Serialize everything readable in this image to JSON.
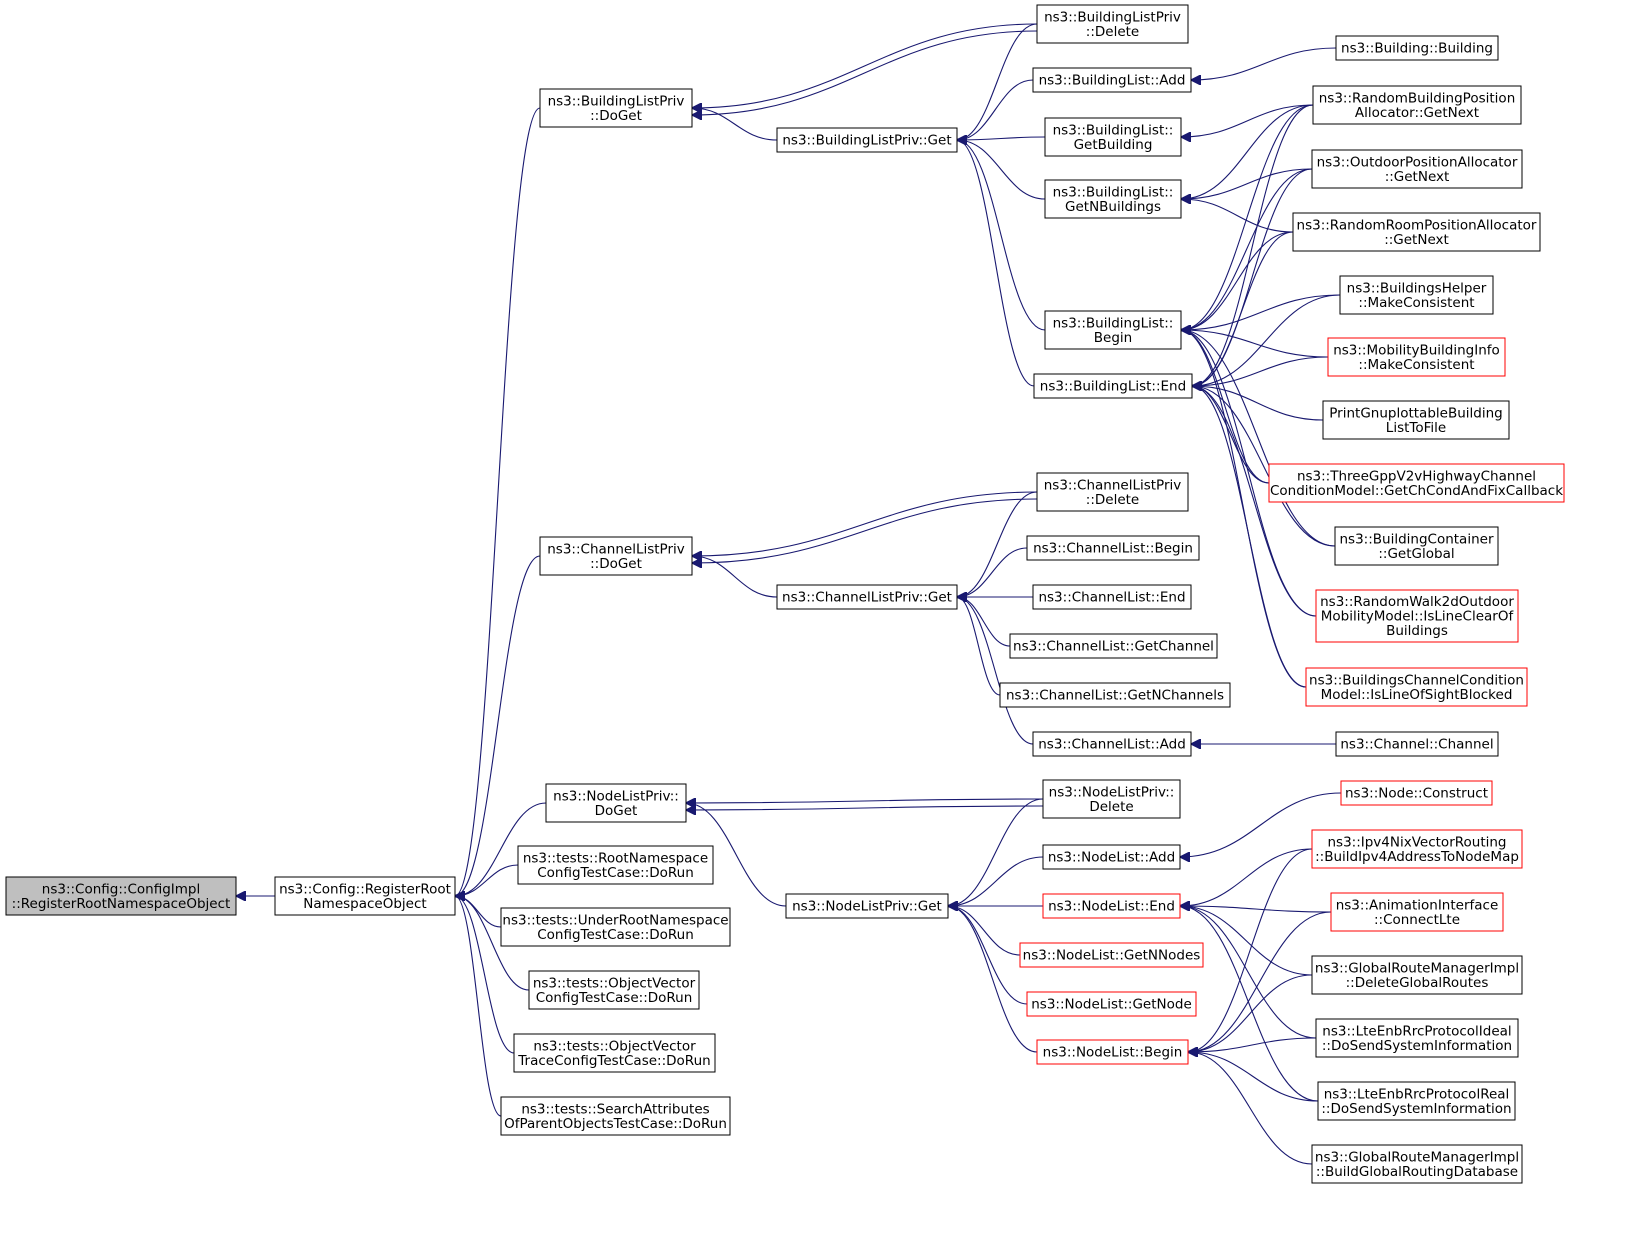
{
  "colors": {
    "edge": "#191970",
    "node_border": "#000000",
    "truncated_border": "#ff0000",
    "root_fill": "#bfbfbf",
    "background": "#ffffff"
  },
  "nodes": [
    {
      "id": "n0",
      "lines": [
        "ns3::Config::ConfigImpl",
        "::RegisterRootNamespaceObject"
      ],
      "root": true
    },
    {
      "id": "n1",
      "lines": [
        "ns3::Config::RegisterRoot",
        "NamespaceObject"
      ]
    },
    {
      "id": "n2",
      "lines": [
        "ns3::BuildingListPriv",
        "::DoGet"
      ]
    },
    {
      "id": "n3",
      "lines": [
        "ns3::ChannelListPriv",
        "::DoGet"
      ]
    },
    {
      "id": "n4",
      "lines": [
        "ns3::NodeListPriv::",
        "DoGet"
      ]
    },
    {
      "id": "n5",
      "lines": [
        "ns3::tests::RootNamespace",
        "ConfigTestCase::DoRun"
      ]
    },
    {
      "id": "n6",
      "lines": [
        "ns3::tests::UnderRootNamespace",
        "ConfigTestCase::DoRun"
      ]
    },
    {
      "id": "n7",
      "lines": [
        "ns3::tests::ObjectVector",
        "ConfigTestCase::DoRun"
      ]
    },
    {
      "id": "n8",
      "lines": [
        "ns3::tests::ObjectVector",
        "TraceConfigTestCase::DoRun"
      ]
    },
    {
      "id": "n9",
      "lines": [
        "ns3::tests::SearchAttributes",
        "OfParentObjectsTestCase::DoRun"
      ]
    },
    {
      "id": "n10",
      "lines": [
        "ns3::BuildingListPriv::Get"
      ]
    },
    {
      "id": "n11",
      "lines": [
        "ns3::ChannelListPriv::Get"
      ]
    },
    {
      "id": "n12",
      "lines": [
        "ns3::NodeListPriv::Get"
      ]
    },
    {
      "id": "n13",
      "lines": [
        "ns3::BuildingListPriv",
        "::Delete"
      ]
    },
    {
      "id": "n14",
      "lines": [
        "ns3::BuildingList::Add"
      ]
    },
    {
      "id": "n15",
      "lines": [
        "ns3::BuildingList::",
        "GetBuilding"
      ]
    },
    {
      "id": "n16",
      "lines": [
        "ns3::BuildingList::",
        "GetNBuildings"
      ]
    },
    {
      "id": "n17",
      "lines": [
        "ns3::BuildingList::",
        "Begin"
      ]
    },
    {
      "id": "n18",
      "lines": [
        "ns3::BuildingList::End"
      ]
    },
    {
      "id": "n19",
      "lines": [
        "ns3::ChannelListPriv",
        "::Delete"
      ]
    },
    {
      "id": "n20",
      "lines": [
        "ns3::ChannelList::Begin"
      ]
    },
    {
      "id": "n21",
      "lines": [
        "ns3::ChannelList::End"
      ]
    },
    {
      "id": "n22",
      "lines": [
        "ns3::ChannelList::GetChannel"
      ]
    },
    {
      "id": "n23",
      "lines": [
        "ns3::ChannelList::GetNChannels"
      ]
    },
    {
      "id": "n24",
      "lines": [
        "ns3::ChannelList::Add"
      ]
    },
    {
      "id": "n25",
      "lines": [
        "ns3::NodeListPriv::",
        "Delete"
      ]
    },
    {
      "id": "n26",
      "lines": [
        "ns3::NodeList::Add"
      ]
    },
    {
      "id": "n27",
      "lines": [
        "ns3::NodeList::End"
      ],
      "truncated": true
    },
    {
      "id": "n28",
      "lines": [
        "ns3::NodeList::GetNNodes"
      ],
      "truncated": true
    },
    {
      "id": "n29",
      "lines": [
        "ns3::NodeList::GetNode"
      ],
      "truncated": true
    },
    {
      "id": "n30",
      "lines": [
        "ns3::NodeList::Begin"
      ],
      "truncated": true
    },
    {
      "id": "n31",
      "lines": [
        "ns3::Building::Building"
      ]
    },
    {
      "id": "n32",
      "lines": [
        "ns3::RandomBuildingPosition",
        "Allocator::GetNext"
      ]
    },
    {
      "id": "n33",
      "lines": [
        "ns3::OutdoorPositionAllocator",
        "::GetNext"
      ]
    },
    {
      "id": "n34",
      "lines": [
        "ns3::RandomRoomPositionAllocator",
        "::GetNext"
      ]
    },
    {
      "id": "n35",
      "lines": [
        "ns3::BuildingsHelper",
        "::MakeConsistent"
      ]
    },
    {
      "id": "n36",
      "lines": [
        "ns3::MobilityBuildingInfo",
        "::MakeConsistent"
      ],
      "truncated": true
    },
    {
      "id": "n37",
      "lines": [
        "PrintGnuplottableBuilding",
        "ListToFile"
      ]
    },
    {
      "id": "n38",
      "lines": [
        "ns3::ThreeGppV2vHighwayChannel",
        "ConditionModel::GetChCondAndFixCallback"
      ],
      "truncated": true
    },
    {
      "id": "n39",
      "lines": [
        "ns3::BuildingContainer",
        "::GetGlobal"
      ]
    },
    {
      "id": "n40",
      "lines": [
        "ns3::RandomWalk2dOutdoor",
        "MobilityModel::IsLineClearOf",
        "Buildings"
      ],
      "truncated": true
    },
    {
      "id": "n41",
      "lines": [
        "ns3::BuildingsChannelCondition",
        "Model::IsLineOfSightBlocked"
      ],
      "truncated": true
    },
    {
      "id": "n42",
      "lines": [
        "ns3::Channel::Channel"
      ]
    },
    {
      "id": "n43",
      "lines": [
        "ns3::Node::Construct"
      ],
      "truncated": true
    },
    {
      "id": "n44",
      "lines": [
        "ns3::Ipv4NixVectorRouting",
        "::BuildIpv4AddressToNodeMap"
      ],
      "truncated": true
    },
    {
      "id": "n45",
      "lines": [
        "ns3::AnimationInterface",
        "::ConnectLte"
      ],
      "truncated": true
    },
    {
      "id": "n46",
      "lines": [
        "ns3::GlobalRouteManagerImpl",
        "::DeleteGlobalRoutes"
      ]
    },
    {
      "id": "n47",
      "lines": [
        "ns3::LteEnbRrcProtocolIdeal",
        "::DoSendSystemInformation"
      ]
    },
    {
      "id": "n48",
      "lines": [
        "ns3::LteEnbRrcProtocolReal",
        "::DoSendSystemInformation"
      ]
    },
    {
      "id": "n49",
      "lines": [
        "ns3::GlobalRouteManagerImpl",
        "::BuildGlobalRoutingDatabase"
      ]
    }
  ],
  "edges": [
    [
      "n0",
      "n1"
    ],
    [
      "n1",
      "n2"
    ],
    [
      "n1",
      "n3"
    ],
    [
      "n1",
      "n4"
    ],
    [
      "n1",
      "n5"
    ],
    [
      "n1",
      "n6"
    ],
    [
      "n1",
      "n7"
    ],
    [
      "n1",
      "n8"
    ],
    [
      "n1",
      "n9"
    ],
    [
      "n2",
      "n13"
    ],
    [
      "n2",
      "n10"
    ],
    [
      "n13",
      "n2"
    ],
    [
      "n10",
      "n13"
    ],
    [
      "n10",
      "n14"
    ],
    [
      "n10",
      "n15"
    ],
    [
      "n10",
      "n16"
    ],
    [
      "n10",
      "n17"
    ],
    [
      "n10",
      "n18"
    ],
    [
      "n14",
      "n31"
    ],
    [
      "n15",
      "n32"
    ],
    [
      "n16",
      "n32"
    ],
    [
      "n16",
      "n33"
    ],
    [
      "n16",
      "n34"
    ],
    [
      "n17",
      "n32"
    ],
    [
      "n17",
      "n33"
    ],
    [
      "n17",
      "n34"
    ],
    [
      "n17",
      "n35"
    ],
    [
      "n17",
      "n36"
    ],
    [
      "n17",
      "n38"
    ],
    [
      "n17",
      "n39"
    ],
    [
      "n17",
      "n40"
    ],
    [
      "n17",
      "n41"
    ],
    [
      "n18",
      "n32"
    ],
    [
      "n18",
      "n33"
    ],
    [
      "n18",
      "n34"
    ],
    [
      "n18",
      "n35"
    ],
    [
      "n18",
      "n36"
    ],
    [
      "n18",
      "n37"
    ],
    [
      "n18",
      "n38"
    ],
    [
      "n18",
      "n39"
    ],
    [
      "n18",
      "n40"
    ],
    [
      "n18",
      "n41"
    ],
    [
      "n3",
      "n19"
    ],
    [
      "n3",
      "n11"
    ],
    [
      "n19",
      "n3"
    ],
    [
      "n11",
      "n19"
    ],
    [
      "n11",
      "n20"
    ],
    [
      "n11",
      "n21"
    ],
    [
      "n11",
      "n22"
    ],
    [
      "n11",
      "n23"
    ],
    [
      "n11",
      "n24"
    ],
    [
      "n24",
      "n42"
    ],
    [
      "n4",
      "n25"
    ],
    [
      "n4",
      "n12"
    ],
    [
      "n25",
      "n4"
    ],
    [
      "n12",
      "n25"
    ],
    [
      "n12",
      "n26"
    ],
    [
      "n12",
      "n27"
    ],
    [
      "n12",
      "n28"
    ],
    [
      "n12",
      "n29"
    ],
    [
      "n12",
      "n30"
    ],
    [
      "n26",
      "n43"
    ],
    [
      "n27",
      "n44"
    ],
    [
      "n27",
      "n45"
    ],
    [
      "n27",
      "n46"
    ],
    [
      "n27",
      "n47"
    ],
    [
      "n27",
      "n48"
    ],
    [
      "n30",
      "n44"
    ],
    [
      "n30",
      "n45"
    ],
    [
      "n30",
      "n46"
    ],
    [
      "n30",
      "n47"
    ],
    [
      "n30",
      "n48"
    ],
    [
      "n30",
      "n49"
    ]
  ]
}
